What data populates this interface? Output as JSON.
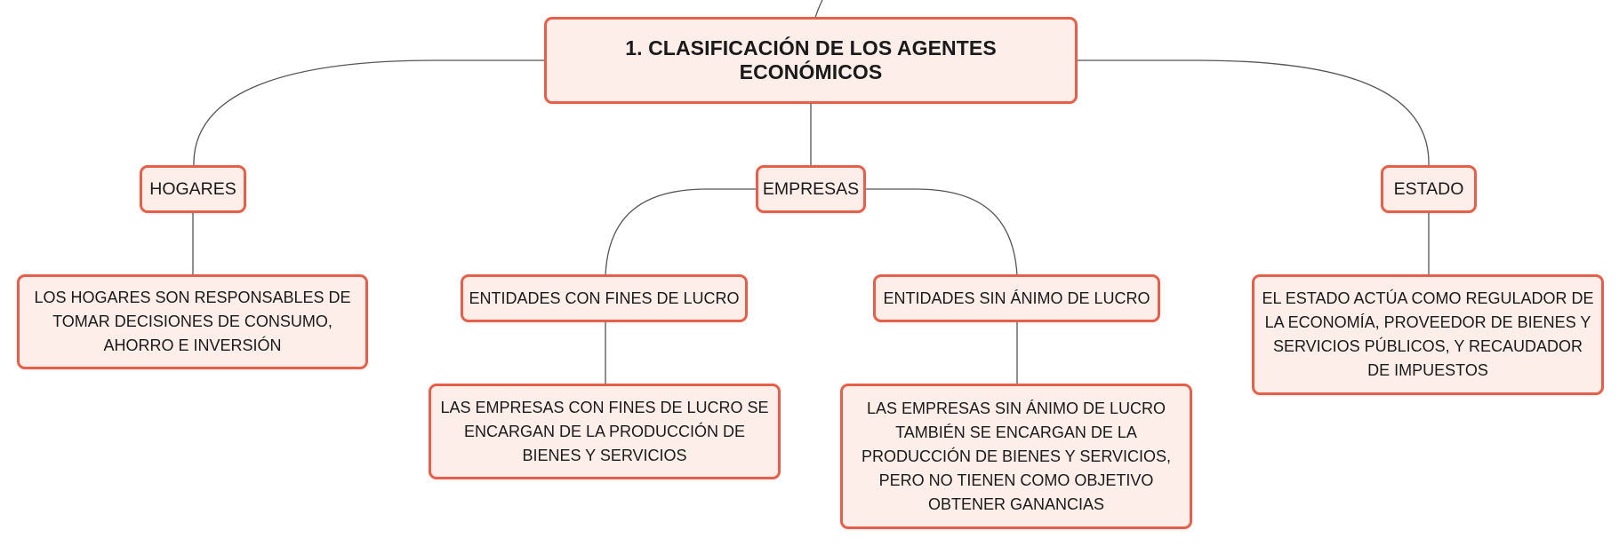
{
  "colors": {
    "node_fill": "#fdeee9",
    "node_border": "#e5604a",
    "connector": "#555555",
    "text": "#1a1a1a"
  },
  "diagram": {
    "root": {
      "text": "1. CLASIFICACIÓN DE LOS AGENTES ECONÓMICOS"
    },
    "hogares": {
      "label": "HOGARES",
      "description": "LOS HOGARES SON RESPONSABLES DE TOMAR DECISIONES DE CONSUMO, AHORRO E INVERSIÓN"
    },
    "empresas": {
      "label": "EMPRESAS",
      "con_fines": {
        "label": "ENTIDADES CON FINES DE LUCRO",
        "description": "LAS EMPRESAS CON FINES DE LUCRO SE ENCARGAN DE LA PRODUCCIÓN DE BIENES Y SERVICIOS"
      },
      "sin_animo": {
        "label": "ENTIDADES SIN ÁNIMO DE LUCRO",
        "description": "LAS EMPRESAS SIN ÁNIMO DE LUCRO TAMBIÉN SE ENCARGAN DE LA PRODUCCIÓN DE BIENES Y SERVICIOS, PERO NO TIENEN COMO OBJETIVO OBTENER GANANCIAS"
      }
    },
    "estado": {
      "label": "ESTADO",
      "description": "EL ESTADO ACTÚA COMO REGULADOR DE LA ECONOMÍA, PROVEEDOR DE BIENES Y SERVICIOS PÚBLICOS, Y RECAUDADOR DE IMPUESTOS"
    }
  }
}
